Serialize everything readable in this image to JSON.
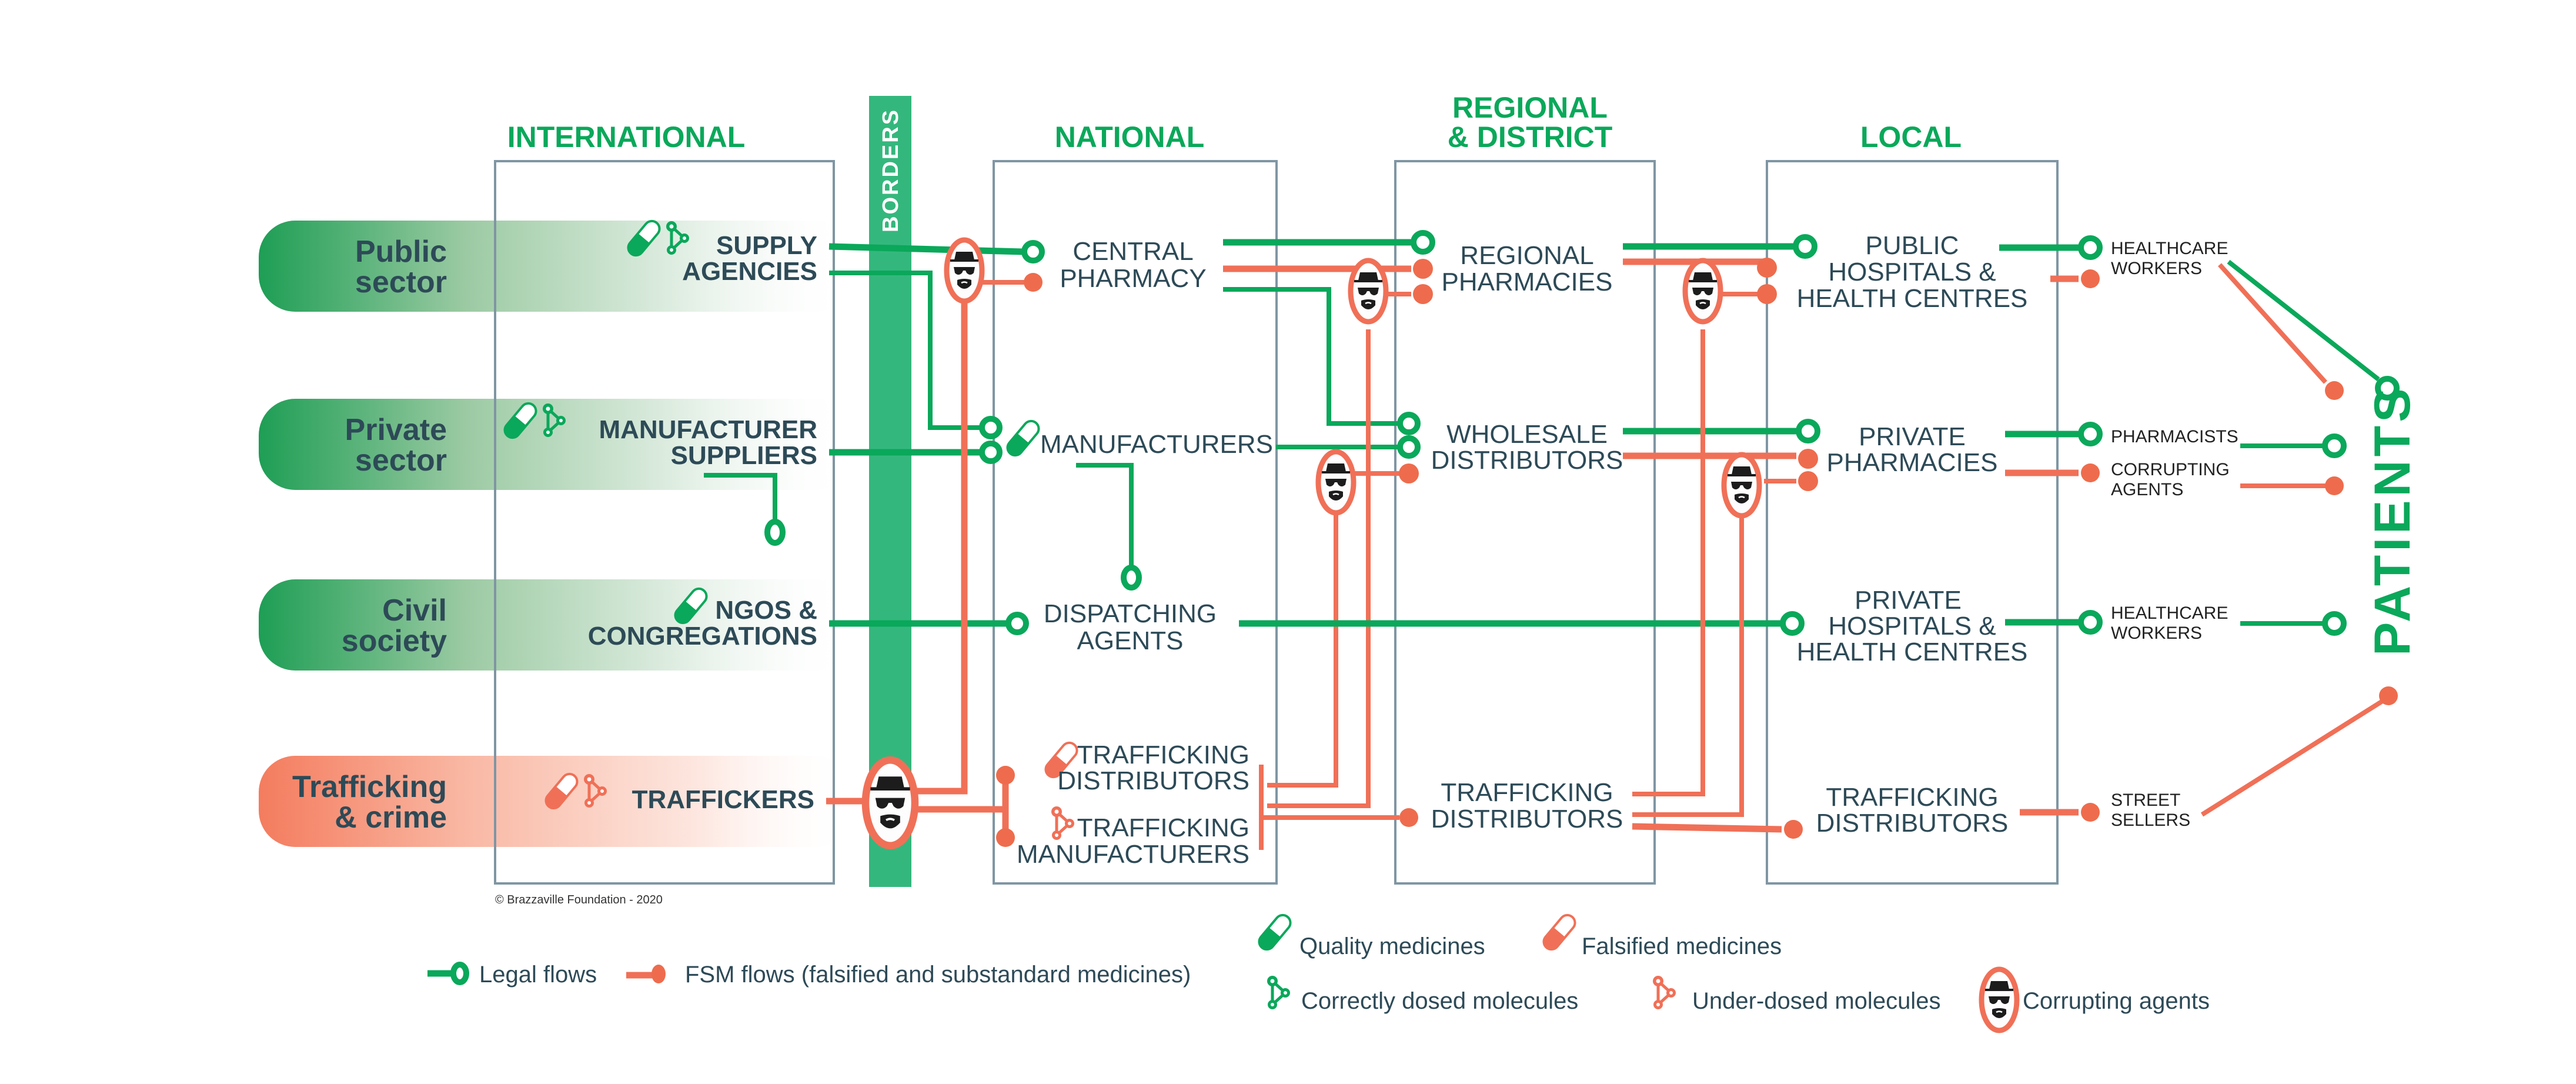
{
  "columns": {
    "international": "INTERNATIONAL",
    "borders": "BORDERS",
    "national": "NATIONAL",
    "regional_line1": "REGIONAL",
    "regional_line2": "& DISTRICT",
    "local": "LOCAL",
    "patients": "PATIENTS"
  },
  "rows": [
    {
      "line1": "Public",
      "line2": "sector",
      "color": "#1e9e55"
    },
    {
      "line1": "Private",
      "line2": "sector",
      "color": "#1e9e55"
    },
    {
      "line1": "Civil",
      "line2": "society",
      "color": "#1e9e55"
    },
    {
      "line1": "Trafficking",
      "line2": "& crime",
      "color": "#f47c5e"
    }
  ],
  "international": {
    "supply_agencies": [
      "SUPPLY",
      "AGENCIES"
    ],
    "manufacturer_suppliers": [
      "MANUFACTURER",
      "SUPPLIERS"
    ],
    "ngos": [
      "NGOS &",
      "CONGREGATIONS"
    ],
    "traffickers": [
      "TRAFFICKERS"
    ]
  },
  "national": {
    "central_pharmacy": [
      "CENTRAL",
      "PHARMACY"
    ],
    "manufacturers": [
      "MANUFACTURERS"
    ],
    "dispatching_agents": [
      "DISPATCHING",
      "AGENTS"
    ],
    "trafficking_distributors": [
      "TRAFFICKING",
      "DISTRIBUTORS"
    ],
    "trafficking_manufacturers": [
      "TRAFFICKING",
      "MANUFACTURERS"
    ]
  },
  "regional": {
    "regional_pharmacies": [
      "REGIONAL",
      "PHARMACIES"
    ],
    "wholesale_distributors": [
      "WHOLESALE",
      "DISTRIBUTORS"
    ],
    "trafficking_distributors": [
      "TRAFFICKING",
      "DISTRIBUTORS"
    ]
  },
  "local": {
    "public_hospitals": [
      "PUBLIC",
      "HOSPITALS &",
      "HEALTH CENTRES"
    ],
    "private_pharmacies": [
      "PRIVATE",
      "PHARMACIES"
    ],
    "private_hospitals": [
      "PRIVATE",
      "HOSPITALS &",
      "HEALTH CENTRES"
    ],
    "trafficking_distributors": [
      "TRAFFICKING",
      "DISTRIBUTORS"
    ]
  },
  "actors": {
    "healthcare_workers_1": [
      "HEALTHCARE",
      "WORKERS"
    ],
    "pharmacists": [
      "PHARMACISTS"
    ],
    "corrupting_agents": [
      "CORRUPTING",
      "AGENTS"
    ],
    "healthcare_workers_2": [
      "HEALTHCARE",
      "WORKERS"
    ],
    "street_sellers": [
      "STREET",
      "SELLERS"
    ]
  },
  "copyright": "© Brazzaville Foundation - 2020",
  "legend": {
    "legal_flows": "Legal flows",
    "fsm_flows": "FSM flows (falsified and substandard medicines)",
    "quality_medicines": "Quality medicines",
    "falsified_medicines": "Falsified medicines",
    "correctly_dosed": "Correctly dosed molecules",
    "under_dosed": "Under-dosed molecules",
    "corrupting_agents": "Corrupting agents"
  },
  "colors": {
    "legal_green": "#0aa85a",
    "fsm_orange": "#f07057",
    "text_dark": "#2d4a57",
    "border_bar": "#34b77d",
    "box_stroke": "#7f96a3"
  }
}
